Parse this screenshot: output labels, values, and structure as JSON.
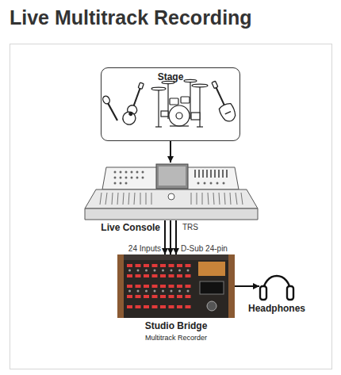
{
  "diagram": {
    "title": "Live Multitrack Recording",
    "nodes": [
      {
        "text": [
          "Stage"
        ]
      },
      {
        "text": [
          "Live Console"
        ]
      },
      {
        "text": [
          "Studio Bridge",
          "Multitrack Recorder"
        ]
      },
      {
        "text": [
          "Headphones"
        ]
      }
    ],
    "edges": [
      {
        "from": 0,
        "to": 1,
        "arrow": "to"
      },
      {
        "from": 1,
        "to": 2,
        "arrow": "to"
      },
      {
        "from": 1,
        "to": 2,
        "arrow": "to"
      },
      {
        "from": 1,
        "to": 2,
        "arrow": "to"
      },
      {
        "from": 2,
        "to": 3,
        "arrow": "to"
      }
    ],
    "labels": [
      "TRS",
      "24 Inputs",
      "D-Sub 24-pin"
    ]
  }
}
